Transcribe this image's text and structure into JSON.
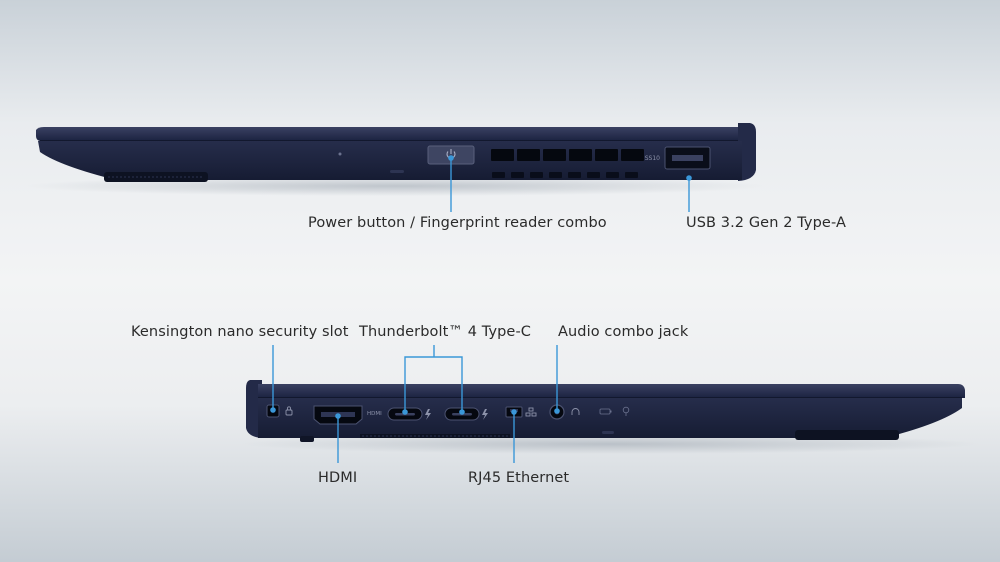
{
  "top_view": {
    "callouts": {
      "power": "Power button / Fingerprint reader combo",
      "usb_a": "USB 3.2 Gen 2 Type-A"
    },
    "port_marks": {
      "usb_a": "SS10"
    }
  },
  "bottom_view": {
    "callouts": {
      "kensington": "Kensington nano security slot",
      "thunderbolt": "Thunderbolt™ 4 Type-C",
      "audio": "Audio combo jack",
      "hdmi": "HDMI",
      "rj45": "RJ45 Ethernet"
    },
    "port_marks": {
      "hdmi": "HDMI"
    }
  },
  "colors": {
    "chassis": "#1d2440",
    "chassis_dark": "#141a2e",
    "leader": "#3a97d8",
    "label_text": "#2b2b2b"
  }
}
